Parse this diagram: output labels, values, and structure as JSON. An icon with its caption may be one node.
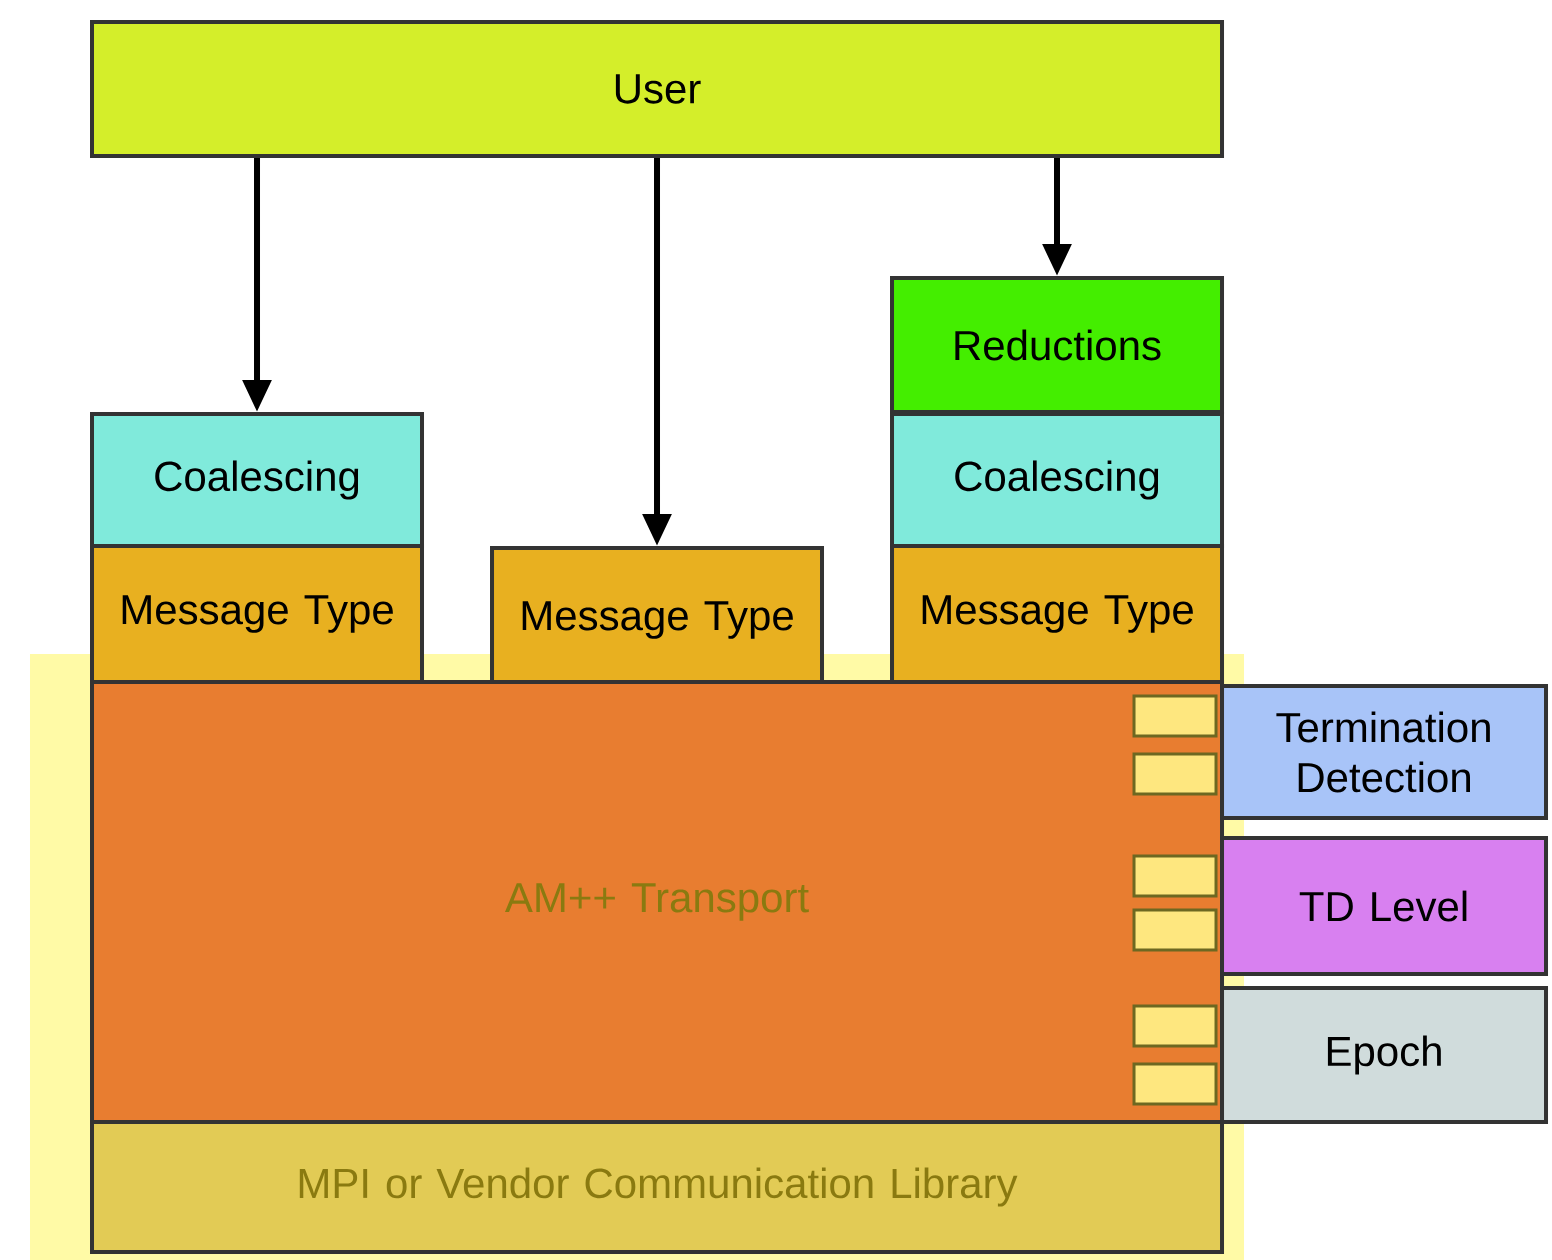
{
  "diagram": {
    "nodes": [
      {
        "text": [
          "User"
        ]
      },
      {
        "text": [
          "Coalescing"
        ]
      },
      {
        "text": [
          "Message Type"
        ]
      },
      {
        "text": [
          "Message Type"
        ]
      },
      {
        "text": [
          "Reductions"
        ]
      },
      {
        "text": [
          "Coalescing"
        ]
      },
      {
        "text": [
          "Message Type"
        ]
      },
      {
        "text": [
          "AM++ Transport"
        ]
      },
      {
        "text": [
          "MPI or Vendor Communication Library"
        ]
      },
      {
        "text": [
          "Termination Detection"
        ]
      },
      {
        "text": [
          "TD Level"
        ]
      },
      {
        "text": [
          "Epoch"
        ]
      }
    ],
    "edges": [
      {
        "from": 0,
        "to": 1,
        "arrow": "to"
      },
      {
        "from": 0,
        "to": 3,
        "arrow": "to"
      },
      {
        "from": 0,
        "to": 4,
        "arrow": "to"
      }
    ]
  }
}
